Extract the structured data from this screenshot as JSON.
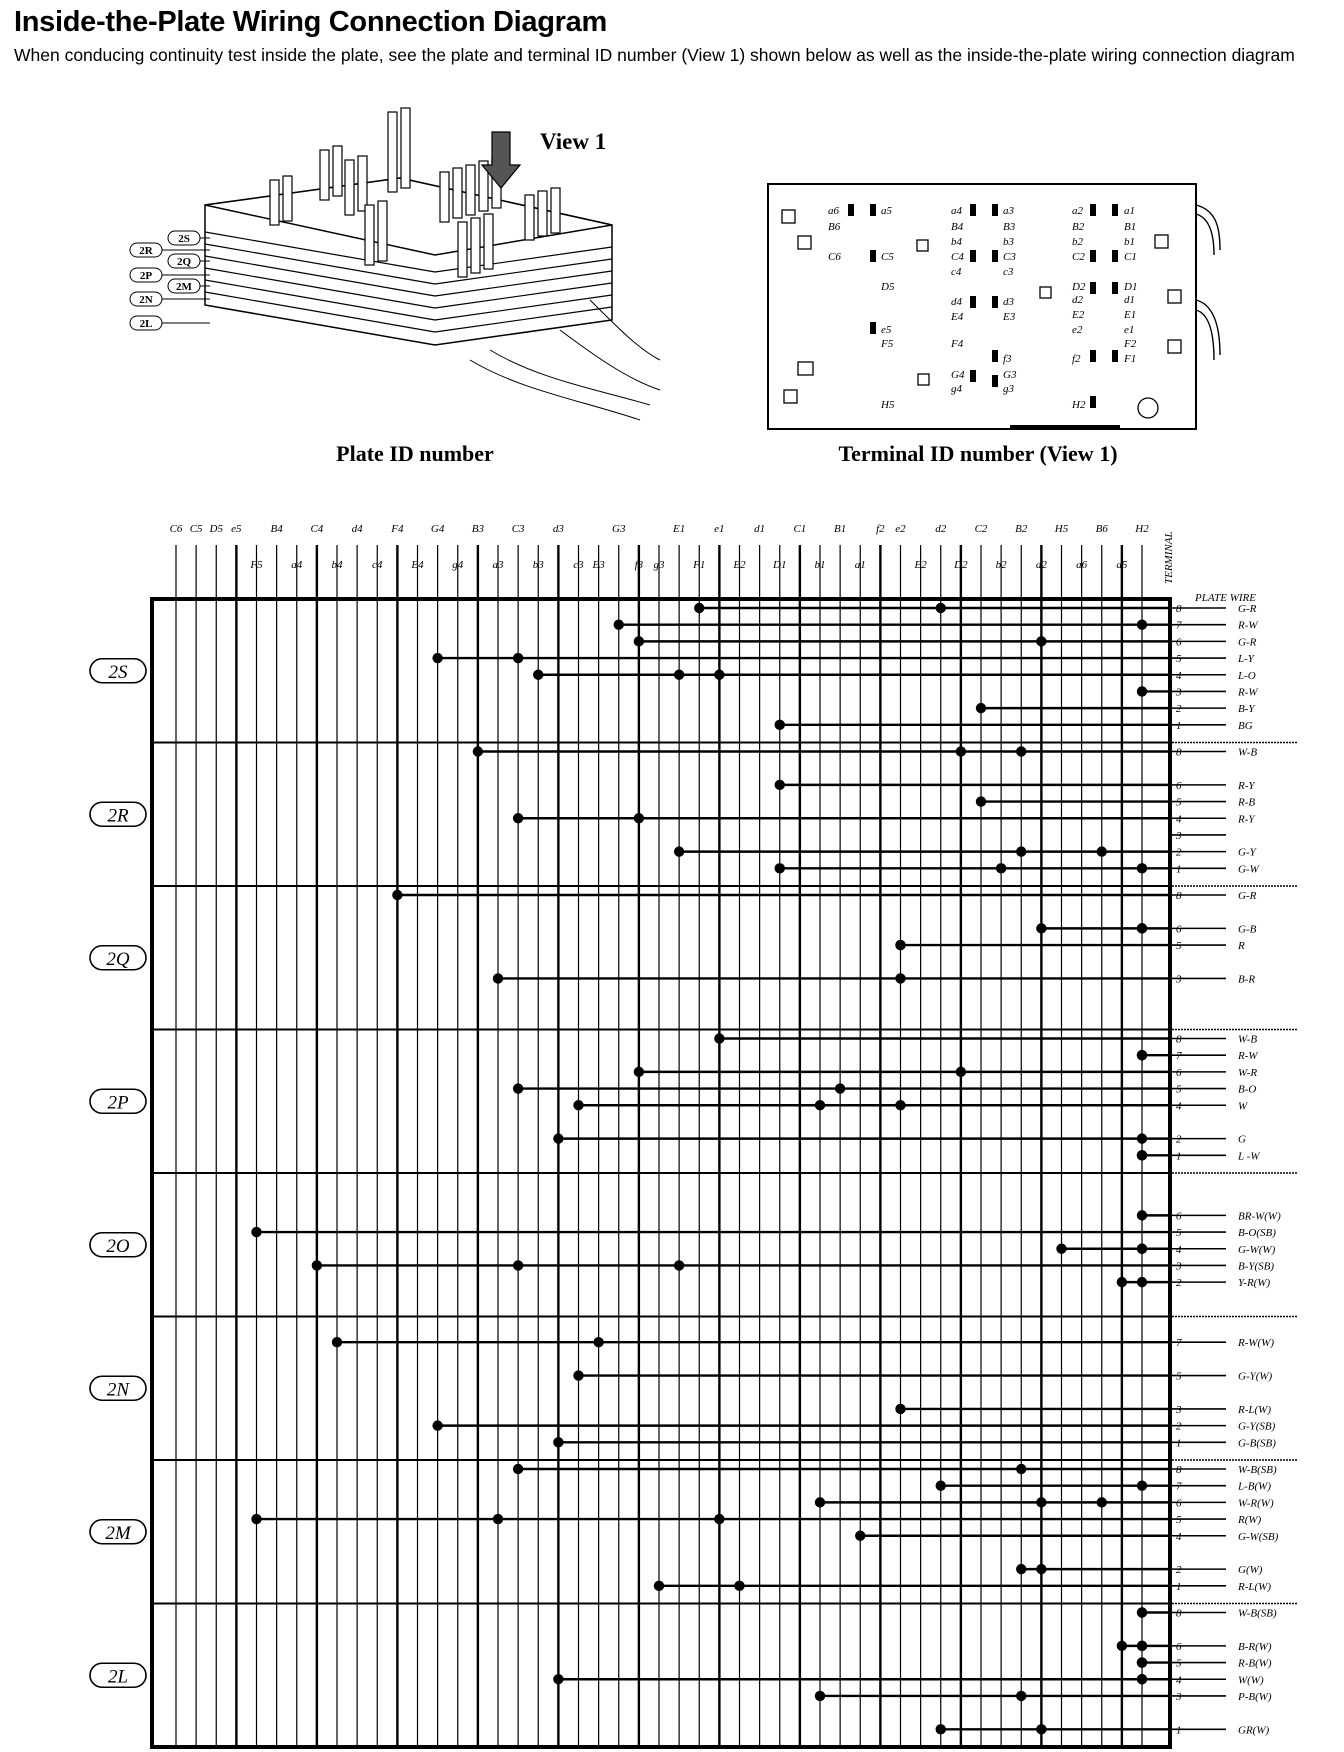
{
  "title": "Inside-the-Plate Wiring Connection Diagram",
  "description": "When conducing continuity test inside the plate, see the plate and terminal ID number (View 1) shown below as well as the inside-the-plate wiring connection diagram",
  "illustrations": {
    "view_label": "View 1",
    "plate_caption": "Plate ID number",
    "terminal_caption": "Terminal ID number (View 1)",
    "plate_tags_right": [
      "2S",
      "2Q",
      "2M"
    ],
    "plate_tags_left": [
      "2R",
      "2P",
      "2N",
      "2L"
    ],
    "terminal_labels": [
      [
        "a6",
        "a5",
        "a4",
        "a3",
        "a2",
        "a1"
      ],
      [
        "B6",
        "B4",
        "B3",
        "B2",
        "B1"
      ],
      [
        "C6",
        "C5",
        "b4",
        "b3",
        "b2",
        "b1"
      ],
      [
        "C4",
        "C3",
        "C2",
        "C1",
        "c4",
        "c3"
      ],
      [
        "D5",
        "D2",
        "D1",
        "d4",
        "d3",
        "d2",
        "d1"
      ],
      [
        "E4",
        "E3",
        "E2",
        "E1",
        "e5",
        "e2",
        "e1"
      ],
      [
        "F5",
        "F4",
        "F2",
        "F1",
        "f3",
        "f2",
        "f1"
      ],
      [
        "G4",
        "G3",
        "g4",
        "g3",
        "H5",
        "H2"
      ]
    ]
  },
  "grid": {
    "terminal_axis_label": "TERMINAL",
    "plate_wire_header": "PLATE WIRE",
    "columns": [
      "C6",
      "C5",
      "D5",
      "e5",
      "F5",
      "B4",
      "a4",
      "C4",
      "b4",
      "d4",
      "c4",
      "F4",
      "E4",
      "G4",
      "g4",
      "B3",
      "a3",
      "C3",
      "b3",
      "d3",
      "c3",
      "E3",
      "G3",
      "f3",
      "g3",
      "E1",
      "F1",
      "e1",
      "E2",
      "d1",
      "D1",
      "C1",
      "b1",
      "B1",
      "a1",
      "f2",
      "e2",
      "E2",
      "d2",
      "D2",
      "C2",
      "b2",
      "B2",
      "a2",
      "H5",
      "a6",
      "B6",
      "a5",
      "H2"
    ],
    "column_labels": {
      "top": [
        "C6",
        "C5",
        "D5",
        "e5",
        "B4",
        "C4",
        "d4",
        "F4",
        "G4",
        "B3",
        "C3",
        "d3",
        "G3",
        "E1",
        "e1",
        "d1",
        "C1",
        "B1",
        "f2",
        "e2",
        "d2",
        "C2",
        "B2",
        "H5",
        "B6",
        "H2"
      ],
      "bottom": [
        "F5",
        "a4",
        "b4",
        "c4",
        "E4",
        "g4",
        "a3",
        "b3",
        "c3",
        "E3",
        "f3",
        "g3",
        "F1",
        "E2",
        "D1",
        "b1",
        "a1",
        "E2",
        "D2",
        "b2",
        "a2",
        "a6",
        "a5"
      ]
    },
    "plates": [
      {
        "id": "2S",
        "wires": [
          {
            "pin": "8",
            "color": "G-R"
          },
          {
            "pin": "7",
            "color": "R-W"
          },
          {
            "pin": "6",
            "color": "G-R"
          },
          {
            "pin": "5",
            "color": "L-Y"
          },
          {
            "pin": "4",
            "color": "L-O"
          },
          {
            "pin": "3",
            "color": "R-W"
          },
          {
            "pin": "2",
            "color": "B-Y"
          },
          {
            "pin": "1",
            "color": "BG"
          }
        ]
      },
      {
        "id": "2R",
        "wires": [
          {
            "pin": "8",
            "color": "W-B"
          },
          {
            "pin": "6",
            "color": "R-Y"
          },
          {
            "pin": "5",
            "color": "R-B"
          },
          {
            "pin": "4",
            "color": "R-Y"
          },
          {
            "pin": "3",
            "color": ""
          },
          {
            "pin": "2",
            "color": "G-Y"
          },
          {
            "pin": "1",
            "color": "G-W"
          }
        ]
      },
      {
        "id": "2Q",
        "wires": [
          {
            "pin": "8",
            "color": "G-R"
          },
          {
            "pin": "6",
            "color": "G-B"
          },
          {
            "pin": "5",
            "color": "R"
          },
          {
            "pin": "3",
            "color": "B-R"
          }
        ]
      },
      {
        "id": "2P",
        "wires": [
          {
            "pin": "8",
            "color": "W-B"
          },
          {
            "pin": "7",
            "color": "R-W"
          },
          {
            "pin": "6",
            "color": "W-R"
          },
          {
            "pin": "5",
            "color": "B-O"
          },
          {
            "pin": "4",
            "color": "W"
          },
          {
            "pin": "2",
            "color": "G"
          },
          {
            "pin": "1",
            "color": "L -W"
          }
        ]
      },
      {
        "id": "2O",
        "wires": [
          {
            "pin": "6",
            "color": "BR-W(W)"
          },
          {
            "pin": "5",
            "color": "B-O(SB)"
          },
          {
            "pin": "4",
            "color": "G-W(W)"
          },
          {
            "pin": "3",
            "color": "B-Y(SB)"
          },
          {
            "pin": "2",
            "color": "Y-R(W)"
          }
        ]
      },
      {
        "id": "2N",
        "wires": [
          {
            "pin": "7",
            "color": "R-W(W)"
          },
          {
            "pin": "5",
            "color": "G-Y(W)"
          },
          {
            "pin": "3",
            "color": "R-L(W)"
          },
          {
            "pin": "2",
            "color": "G-Y(SB)"
          },
          {
            "pin": "1",
            "color": "G-B(SB)"
          }
        ]
      },
      {
        "id": "2M",
        "wires": [
          {
            "pin": "8",
            "color": "W-B(SB)"
          },
          {
            "pin": "7",
            "color": "L-B(W)"
          },
          {
            "pin": "6",
            "color": "W-R(W)"
          },
          {
            "pin": "5",
            "color": "R(W)"
          },
          {
            "pin": "4",
            "color": "G-W(SB)"
          },
          {
            "pin": "2",
            "color": "G(W)"
          },
          {
            "pin": "1",
            "color": "R-L(W)"
          }
        ]
      },
      {
        "id": "2L",
        "wires": [
          {
            "pin": "8",
            "color": "W-B(SB)"
          },
          {
            "pin": "6",
            "color": "B-R(W)"
          },
          {
            "pin": "5",
            "color": "R-B(W)"
          },
          {
            "pin": "4",
            "color": "W(W)"
          },
          {
            "pin": "3",
            "color": "P-B(W)"
          },
          {
            "pin": "1",
            "color": "GR(W)"
          }
        ]
      }
    ]
  }
}
